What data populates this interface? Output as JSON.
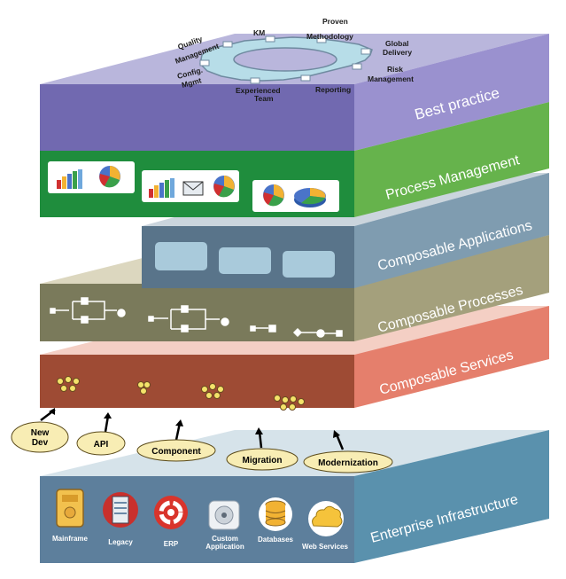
{
  "layers": [
    {
      "id": "enterprise-infrastructure",
      "label": "Enterprise Infrastructure",
      "top": "#d6e3ea",
      "front": "#5d7f9c",
      "side": "#5a91ad"
    },
    {
      "id": "composable-services",
      "label": "Composable Services",
      "top": "#f4cfc4",
      "front": "#9e4b34",
      "side": "#e57f6c"
    },
    {
      "id": "composable-processes",
      "label": "Composable Processes",
      "top": "#dcd7bf",
      "front": "#7a7a5b",
      "side": "#a4a07c"
    },
    {
      "id": "composable-applications",
      "label": "Composable Applications",
      "top": "#cbd5dd",
      "front": "#59748a",
      "side": "#7f9cb0"
    },
    {
      "id": "process-management",
      "label": "Process Management",
      "top": "#d9e2bf",
      "front": "#1f8d3d",
      "side": "#66b34c"
    },
    {
      "id": "best-practice",
      "label": "Best practice",
      "top": "#b9b6dc",
      "front": "#7169b0",
      "side": "#9a91cf"
    }
  ],
  "best_practice_labels": {
    "km": "KM",
    "proven_1": "Proven",
    "proven_2": "Methodology",
    "global_1": "Global",
    "global_2": "Delivery",
    "risk_1": "Risk",
    "risk_2": "Management",
    "reporting": "Reporting",
    "experienced_1": "Experienced",
    "experienced_2": "Team",
    "config_1": "Config.",
    "config_2": "Mgmt",
    "quality_1": "Quality",
    "quality_2": "Management"
  },
  "callouts": [
    {
      "id": "new-dev",
      "line1": "New",
      "line2": "Dev"
    },
    {
      "id": "api",
      "line1": "API",
      "line2": ""
    },
    {
      "id": "component",
      "line1": "Component",
      "line2": ""
    },
    {
      "id": "migration",
      "line1": "Migration",
      "line2": ""
    },
    {
      "id": "modernization",
      "line1": "Modernization",
      "line2": ""
    }
  ],
  "infrastructure_items": [
    {
      "id": "mainframe",
      "label": "Mainframe",
      "icon": "mainframe-icon"
    },
    {
      "id": "legacy",
      "label": "Legacy",
      "icon": "server-icon"
    },
    {
      "id": "erp",
      "label": "ERP",
      "icon": "erp-cycle-icon"
    },
    {
      "id": "custom-application",
      "label1": "Custom",
      "label2": "Application",
      "icon": "disc-icon"
    },
    {
      "id": "databases",
      "label": "Databases",
      "icon": "database-icon"
    },
    {
      "id": "web-services",
      "label": "Web Services",
      "icon": "cloud-icon"
    }
  ],
  "colors": {
    "callout_fill": "#f8edb4",
    "callout_stroke": "#5a4a1a",
    "dot_yellow": "#f4e36a",
    "gear_fill": "#b7dde8",
    "gear_stroke": "#6f8aa0"
  }
}
